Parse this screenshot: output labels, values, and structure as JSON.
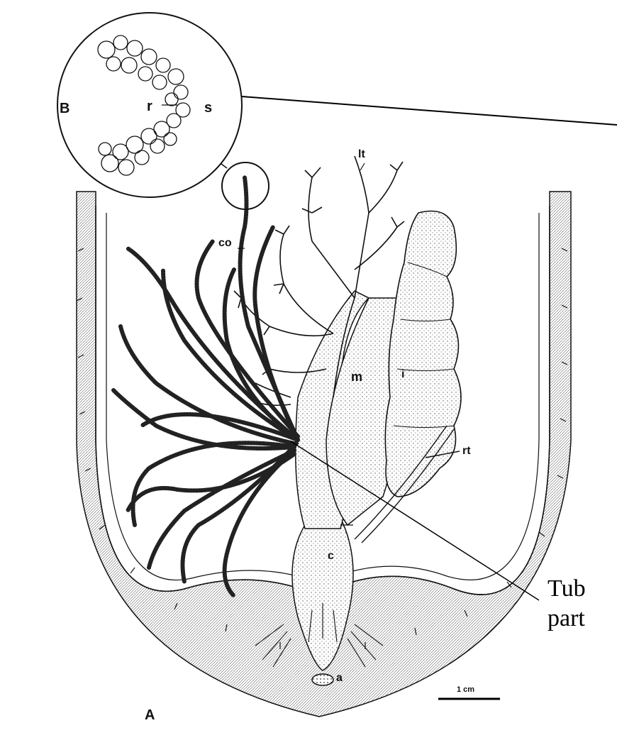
{
  "labels": {
    "panel_a": "A",
    "panel_b": "B",
    "r": "r",
    "s": "s",
    "lt": "lt",
    "co": "co",
    "m": "m",
    "i": "i",
    "rt": "rt",
    "c": "c",
    "a": "a"
  },
  "scale_bar": {
    "text": "1 cm"
  },
  "caption": {
    "line1": "Tub",
    "line2": "part"
  },
  "colors": {
    "ink": "#111111",
    "stipple": "#444444",
    "background": "#ffffff"
  }
}
